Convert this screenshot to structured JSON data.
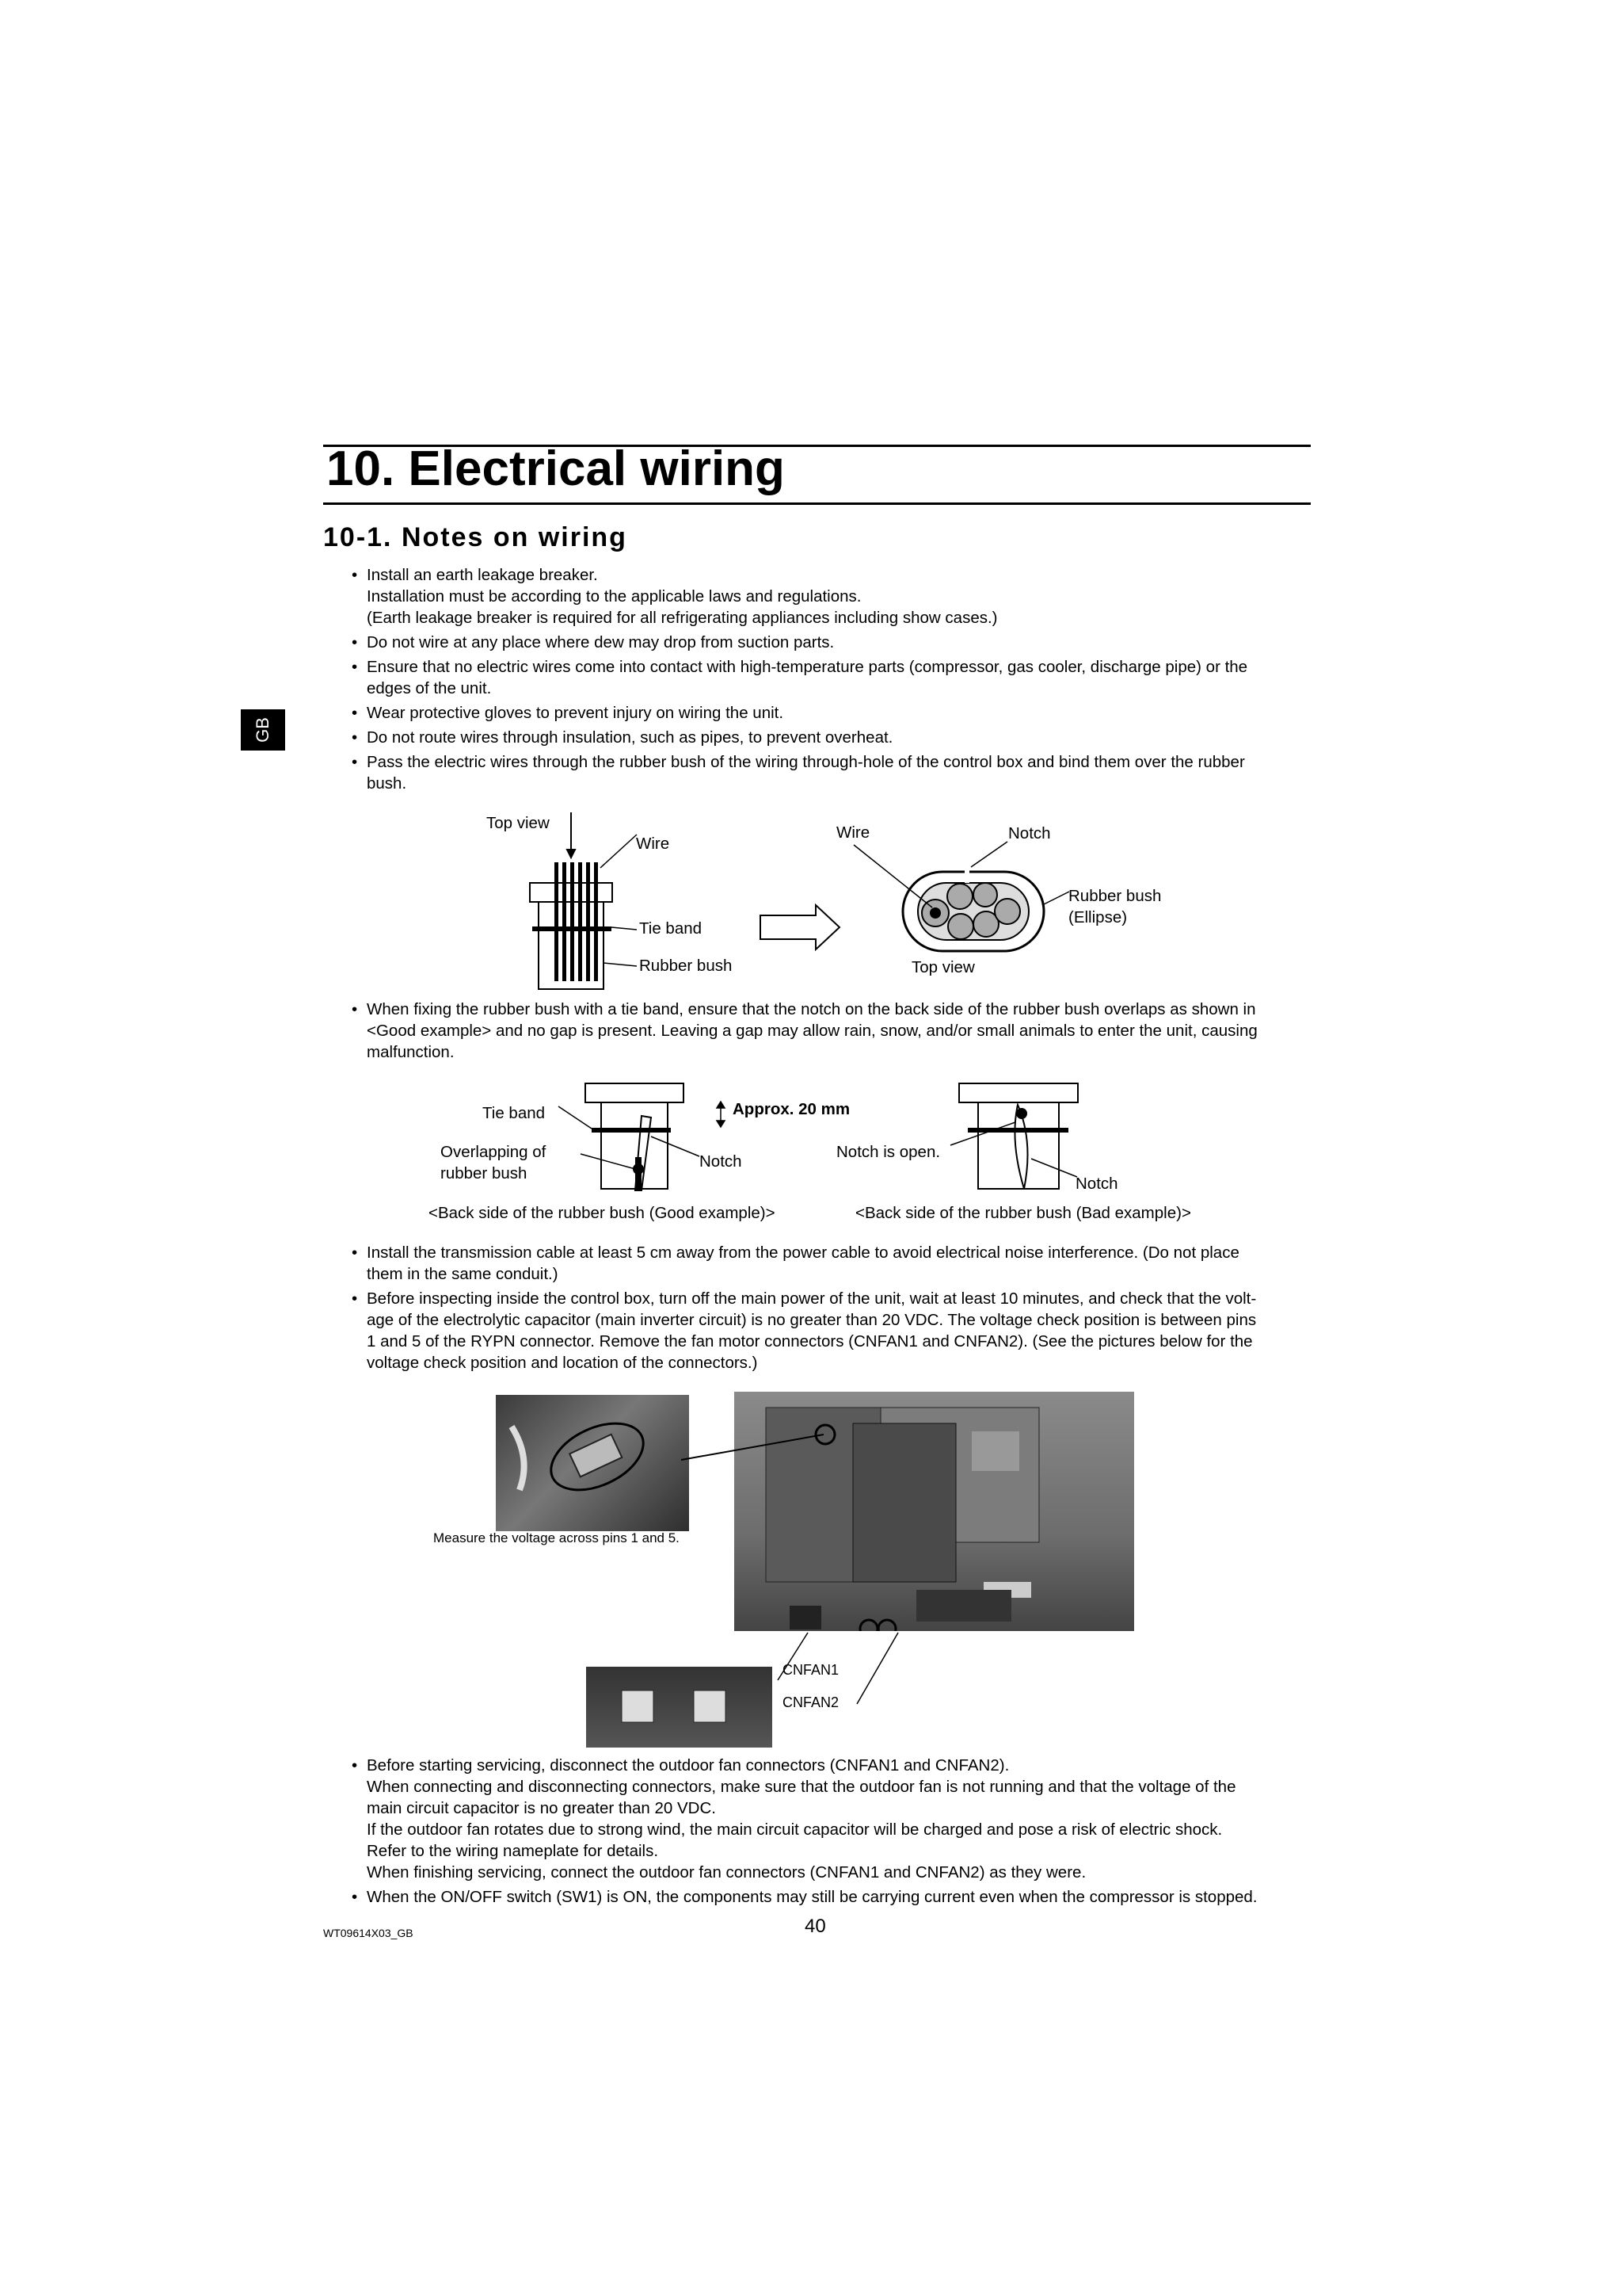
{
  "chapter_title": "10. Electrical wiring",
  "section_title": "10-1. Notes on wiring",
  "side_tab": "GB",
  "bullets_1": [
    [
      "Install an earth leakage breaker.",
      "Installation must be according to the applicable laws and regulations.",
      "(Earth leakage breaker is required for all refrigerating appliances including show cases.)"
    ],
    [
      "Do not wire at any place where dew may drop from suction parts."
    ],
    [
      "Ensure that no electric wires come into contact with high-temperature parts (compressor, gas cooler, discharge pipe) or the",
      "edges of the unit."
    ],
    [
      "Wear protective gloves to prevent injury on wiring the unit."
    ],
    [
      "Do not route wires through insulation, such as pipes, to prevent overheat."
    ],
    [
      "Pass the electric wires through the rubber bush of the wiring through-hole of the control box and bind them over the rubber",
      "bush."
    ]
  ],
  "fig1": {
    "top_view_left": "Top view",
    "wire_left": "Wire",
    "tie_band": "Tie band",
    "rubber_bush": "Rubber bush",
    "wire_right": "Wire",
    "notch": "Notch",
    "rubber_bush_ellipse_1": "Rubber bush",
    "rubber_bush_ellipse_2": "(Ellipse)",
    "top_view_right": "Top view"
  },
  "bullet_2": [
    "When fixing the rubber bush with a tie band, ensure that the notch on the back side of the rubber bush overlaps as shown in",
    "<Good example> and no gap is present. Leaving a gap may allow rain, snow, and/or small animals to enter the unit, causing",
    "malfunction."
  ],
  "fig2": {
    "tie_band": "Tie band",
    "approx": "Approx. 20 mm",
    "overlap_1": "Overlapping of",
    "overlap_2": "rubber bush",
    "notch_good": "Notch",
    "notch_open": "Notch is open.",
    "notch_bad": "Notch",
    "caption_good": "<Back side of the rubber bush (Good example)>",
    "caption_bad": "<Back side of the rubber bush (Bad example)>"
  },
  "bullets_3": [
    [
      "Install the transmission cable at least 5 cm away from the power cable to avoid electrical noise interference. (Do not place",
      "them in the same conduit.)"
    ],
    [
      "Before inspecting inside the control box, turn off the main power of the unit, wait at least 10 minutes, and check that the volt-",
      "age of the electrolytic capacitor (main inverter circuit) is no greater than 20 VDC. The voltage check position is between pins",
      "1 and 5 of the RYPN connector. Remove the fan motor connectors (CNFAN1 and CNFAN2). (See the pictures below for the",
      "voltage check position and location of the connectors.)"
    ]
  ],
  "fig3": {
    "measure_caption": "Measure the voltage across pins 1 and 5.",
    "cnfan1": "CNFAN1",
    "cnfan2": "CNFAN2"
  },
  "bullets_4": [
    [
      "Before starting servicing, disconnect the outdoor fan connectors (CNFAN1 and CNFAN2).",
      "When connecting and disconnecting connectors, make sure that the outdoor fan is not running and that the voltage of the",
      "main circuit capacitor is no greater than 20 VDC.",
      "If the outdoor fan rotates due to strong wind, the main circuit capacitor will be charged and pose a risk of electric shock.",
      "Refer to the wiring nameplate for details.",
      "When finishing servicing, connect the outdoor fan connectors (CNFAN1 and CNFAN2) as they were."
    ],
    [
      "When the ON/OFF switch (SW1) is ON, the components may still be carrying current even when the compressor is stopped."
    ]
  ],
  "footer": {
    "doc_code": "WT09614X03_GB",
    "page_number": "40"
  }
}
